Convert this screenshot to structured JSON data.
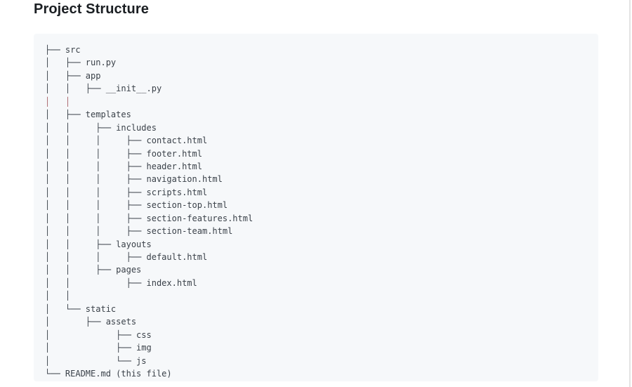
{
  "page": {
    "title": "Project Structure"
  },
  "colors": {
    "page_background": "#ffffff",
    "title_text": "#1b1f23",
    "code_block_background": "#f6f8fa",
    "tree_text": "#3a4149",
    "highlight_red": "#a9646b"
  },
  "code_block": {
    "lines": [
      {
        "text": "├── src",
        "style": "normal"
      },
      {
        "text": "│   ├── run.py",
        "style": "normal"
      },
      {
        "text": "│   ├── app",
        "style": "normal"
      },
      {
        "text": "│   │   ├── __init__.py",
        "style": "normal"
      },
      {
        "text": "│   │",
        "style": "red"
      },
      {
        "text": "│   ├── templates",
        "style": "normal"
      },
      {
        "text": "│   │     ├── includes",
        "style": "normal"
      },
      {
        "text": "│   │     │     ├── contact.html",
        "style": "normal"
      },
      {
        "text": "│   │     │     ├── footer.html",
        "style": "normal"
      },
      {
        "text": "│   │     │     ├── header.html",
        "style": "normal"
      },
      {
        "text": "│   │     │     ├── navigation.html",
        "style": "normal"
      },
      {
        "text": "│   │     │     ├── scripts.html",
        "style": "normal"
      },
      {
        "text": "│   │     │     ├── section-top.html",
        "style": "normal"
      },
      {
        "text": "│   │     │     ├── section-features.html",
        "style": "normal"
      },
      {
        "text": "│   │     │     ├── section-team.html",
        "style": "normal"
      },
      {
        "text": "│   │     ├── layouts",
        "style": "normal"
      },
      {
        "text": "│   │     │     ├── default.html",
        "style": "normal"
      },
      {
        "text": "│   │     ├── pages",
        "style": "normal"
      },
      {
        "text": "│   │           ├── index.html",
        "style": "normal"
      },
      {
        "text": "│   │",
        "style": "normal"
      },
      {
        "text": "│   └── static",
        "style": "normal"
      },
      {
        "text": "│       ├── assets",
        "style": "normal"
      },
      {
        "text": "│             ├── css",
        "style": "normal"
      },
      {
        "text": "│             ├── img",
        "style": "normal"
      },
      {
        "text": "│             └── js",
        "style": "normal"
      },
      {
        "text": "└── README.md (this file)",
        "style": "normal"
      }
    ]
  }
}
